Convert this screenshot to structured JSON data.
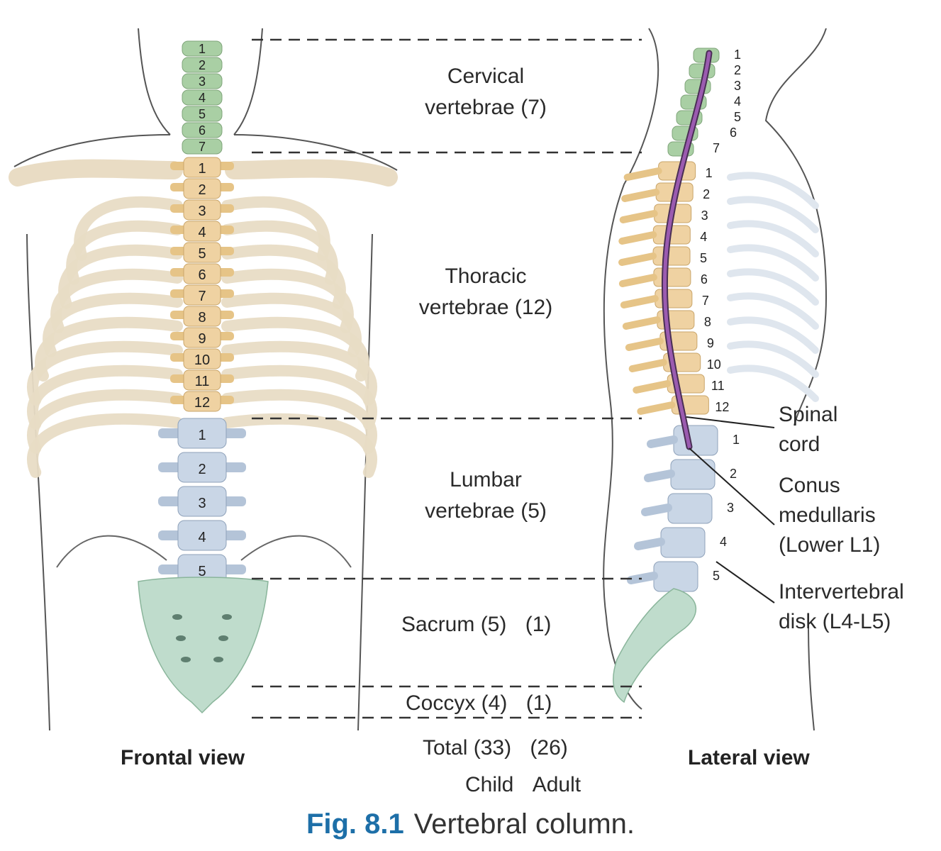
{
  "regions": [
    {
      "name": "Cervical",
      "label_line1": "Cervical",
      "label_line2": "vertebrae (7)",
      "color": "#a9cfa4",
      "numbers": [
        "1",
        "2",
        "3",
        "4",
        "5",
        "6",
        "7"
      ]
    },
    {
      "name": "Thoracic",
      "label_line1": "Thoracic",
      "label_line2": "vertebrae (12)",
      "color": "#efd2a2",
      "numbers": [
        "1",
        "2",
        "3",
        "4",
        "5",
        "6",
        "7",
        "8",
        "9",
        "10",
        "11",
        "12"
      ]
    },
    {
      "name": "Lumbar",
      "label_line1": "Lumbar",
      "label_line2": "vertebrae (5)",
      "color": "#c9d6e6",
      "numbers": [
        "1",
        "2",
        "3",
        "4",
        "5"
      ]
    }
  ],
  "sacrum": {
    "label": "Sacrum (5)",
    "adult": "(1)",
    "color": "#bfdccc"
  },
  "coccyx": {
    "label": "Coccyx (4)",
    "adult": "(1)"
  },
  "total": {
    "label": "Total (33)",
    "adult": "(26)"
  },
  "columns": {
    "child": "Child",
    "adult": "Adult"
  },
  "views": {
    "frontal": "Frontal view",
    "lateral": "Lateral view"
  },
  "lateral_labels": {
    "spinal_cord": [
      "Spinal",
      "cord"
    ],
    "conus": [
      "Conus",
      "medullaris",
      "(Lower L1)"
    ],
    "disk": [
      "Intervertebral",
      "disk (L4-L5)"
    ]
  },
  "spinal_cord_color": "#9b5bb0",
  "caption": {
    "fig": "Fig. 8.1",
    "text": "Vertebral column."
  }
}
